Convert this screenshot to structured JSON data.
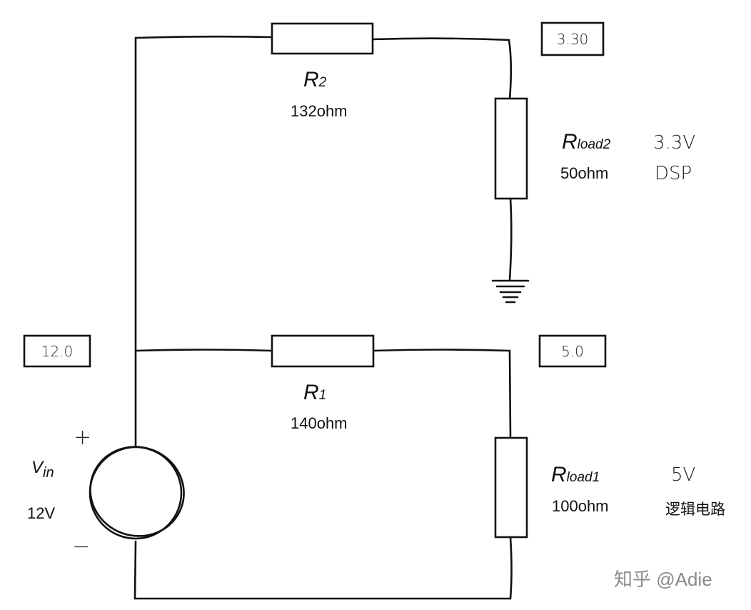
{
  "components": {
    "r2": {
      "name": "R",
      "sub": "2",
      "value": "132ohm"
    },
    "r1": {
      "name": "R",
      "sub": "1",
      "value": "140ohm"
    },
    "rload2": {
      "name": "R",
      "sub": "load2",
      "value": "50ohm",
      "voltage": "3.3V",
      "desc": "DSP"
    },
    "rload1": {
      "name": "R",
      "sub": "load1",
      "value": "100ohm",
      "voltage": "5V",
      "desc": "逻辑电路"
    },
    "vin": {
      "name": "V",
      "sub": "in",
      "value": "12V",
      "plus": "+",
      "minus": "−"
    }
  },
  "probes": {
    "top": "3.30",
    "input": "12.0",
    "mid": "5.0"
  },
  "watermark": "知乎 @Adie"
}
